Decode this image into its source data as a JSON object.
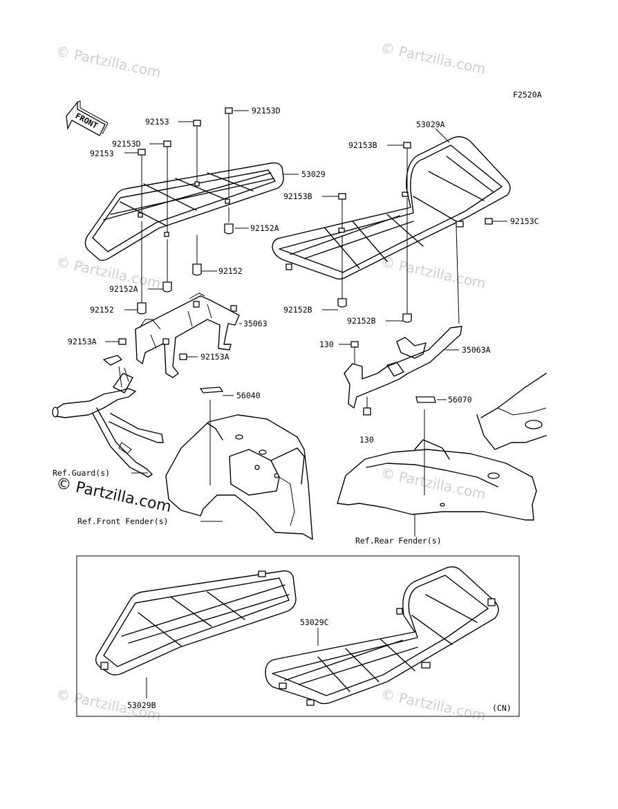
{
  "diagram": {
    "figure_code": "F2520A",
    "front_label": "FRONT",
    "callouts": {
      "c92153_top": "92153",
      "c92153D_top": "92153D",
      "c92153D_left": "92153D",
      "c92153_left": "92153",
      "c53029": "53029",
      "c92152A_right": "92152A",
      "c92152": "92152",
      "c92152A_left": "92152A",
      "c92152_left": "92152",
      "c35063": "35063",
      "c92153A_left": "92153A",
      "c92153A_right": "92153A",
      "c56040": "56040",
      "c53029A": "53029A",
      "c92153B_top": "92153B",
      "c92153B_mid": "92153B",
      "c92153C": "92153C",
      "c92152B_left": "92152B",
      "c92152B_right": "92152B",
      "c130_top": "130",
      "c35063A": "35063A",
      "c130_bottom": "130",
      "c56070": "56070",
      "c53029C": "53029C",
      "c53029B": "53029B",
      "cn": "(CN)"
    },
    "refs": {
      "guard": "Ref.Guard(s)",
      "front_fender": "Ref.Front Fender(s)",
      "rear_fender": "Ref.Rear Fender(s)"
    },
    "watermark": "© Partzilla.com"
  }
}
